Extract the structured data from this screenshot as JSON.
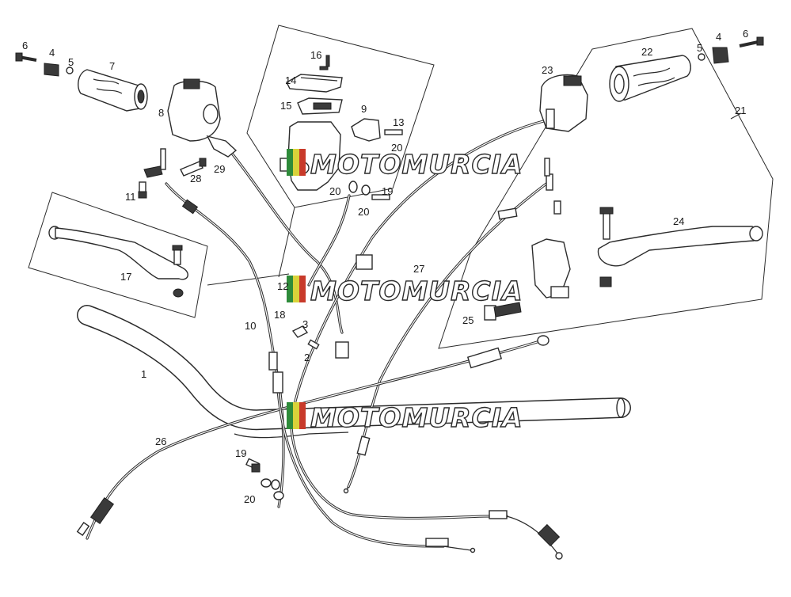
{
  "watermark": {
    "text": "MOTOMURCIA",
    "colors": [
      "#2e8b3a",
      "#d9d23a",
      "#c83a2a"
    ]
  },
  "labels": {
    "l1": "1",
    "l2": "2",
    "l3": "3",
    "l4a": "4",
    "l4b": "4",
    "l5a": "5",
    "l5b": "5",
    "l6a": "6",
    "l6b": "6",
    "l7": "7",
    "l8": "8",
    "l9": "9",
    "l10": "10",
    "l11": "11",
    "l12": "12",
    "l13": "13",
    "l14": "14",
    "l15": "15",
    "l16": "16",
    "l17": "17",
    "l18": "18",
    "l19a": "19",
    "l19b": "19",
    "l20a": "20",
    "l20b": "20",
    "l20c": "20",
    "l20d": "20",
    "l21": "21",
    "l22": "22",
    "l23": "23",
    "l24": "24",
    "l25": "25",
    "l26": "26",
    "l27": "27",
    "l28": "28",
    "l29": "29"
  },
  "icons": {
    "handlebar": "handlebar-icon",
    "grip": "grip-icon",
    "switch": "switch-housing-icon",
    "lever": "lever-icon",
    "cable": "cable-icon",
    "bolt": "bolt-icon"
  }
}
